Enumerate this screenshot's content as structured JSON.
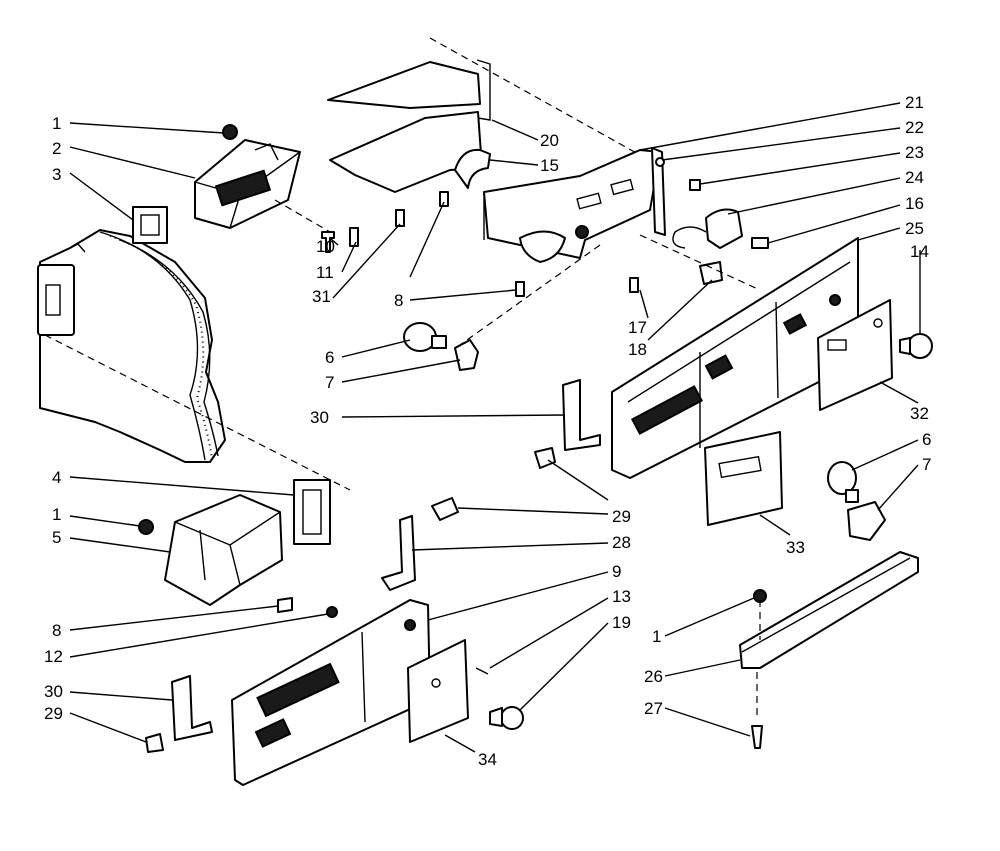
{
  "callouts": [
    "1",
    "2",
    "3",
    "10",
    "11",
    "31",
    "8",
    "6",
    "7",
    "30",
    "20",
    "15",
    "21",
    "22",
    "23",
    "24",
    "16",
    "25",
    "14",
    "17",
    "18",
    "32",
    "6",
    "7",
    "4",
    "1",
    "5",
    "8",
    "12",
    "30",
    "29",
    "29",
    "28",
    "9",
    "13",
    "19",
    "33",
    "1",
    "26",
    "27",
    "34"
  ],
  "ink_color": "#000000",
  "paper_color": "#ffffff"
}
